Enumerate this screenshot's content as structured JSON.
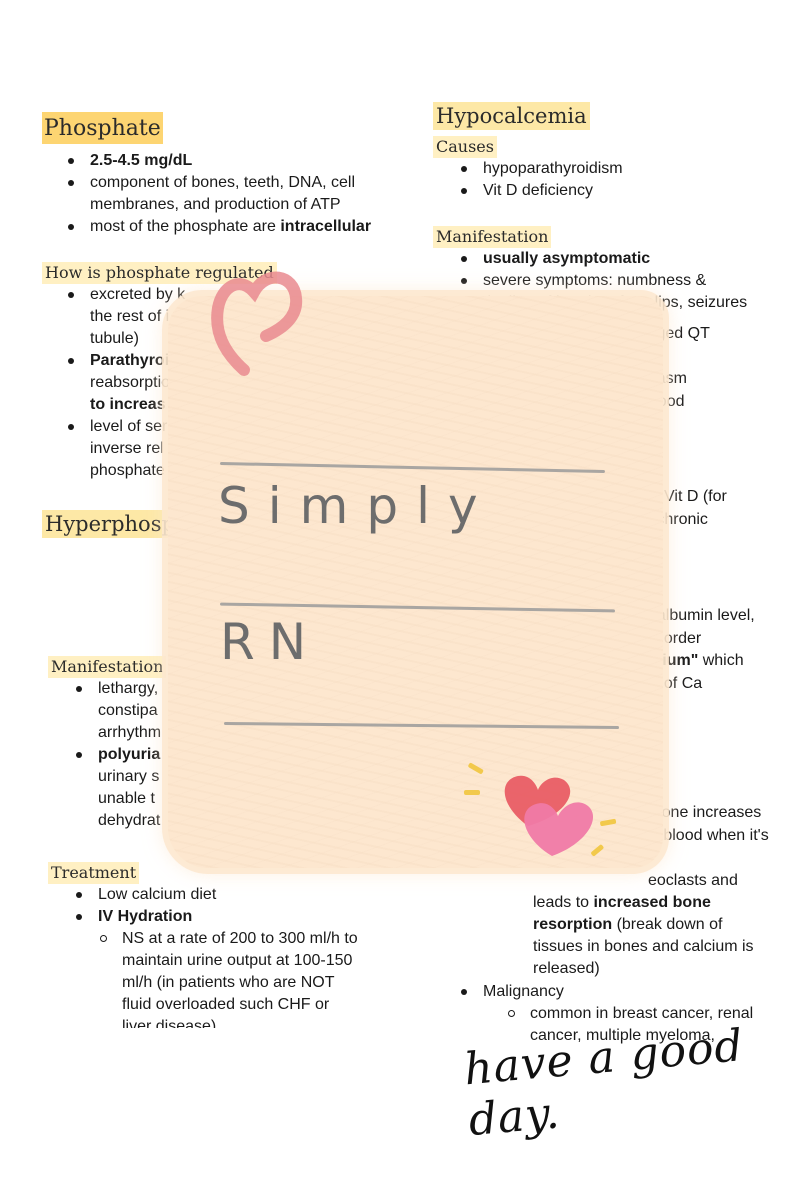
{
  "left": {
    "phosphate_title": "Phosphate",
    "phosphate_items": [
      "2.5-4.5 mg/dL",
      "component of bones, teeth, DNA, cell membranes, and production of ATP"
    ],
    "phosphate_item3_a": "most of the phosphate are ",
    "phosphate_item3_b": "intracellular",
    "regulated_title": "How is phosphate regulated",
    "regulated_items": [
      "excreted by k",
      "the rest of i",
      "tubule)"
    ],
    "regulated_bold": "Parathyroid",
    "regulated_lines": [
      "reabsorptio",
      "to increas"
    ],
    "regulated_level": [
      "level of ser",
      "inverse rel",
      "phosphate"
    ],
    "hyper_title": "Hyperphosp",
    "manif_title": "Manifestation",
    "manif_items": [
      "lethargy,",
      "constipa",
      "arrhythm"
    ],
    "manif_polyuria": "polyuria",
    "manif_polyuria_lines": [
      "urinary s",
      "unable t",
      "dehydrat"
    ],
    "treatment_title": "Treatment",
    "treatment_items": [
      "Low calcium diet"
    ],
    "treatment_iv": "IV Hydration",
    "treatment_sub": "NS at a rate of 200 to 300 ml/h to maintain urine output at 100-150 ml/h (in patients who are NOT fluid overloaded such CHF or liver disease)"
  },
  "right": {
    "hypo_title": "Hypocalcemia",
    "causes_title": "Causes",
    "causes_items": [
      "hypoparathyroidism",
      "Vit D deficiency"
    ],
    "manif_title": "Manifestation",
    "manif_bold": "usually asymptomatic",
    "manif_severe": "severe symptoms: numbness &",
    "manif_severe2": "tingling of hands & feet, lips, seizures",
    "frag_qt": "prolonged QT",
    "frag_spasm": "bal spasm",
    "frag_blood": "a blood",
    "frag_vitd": "t & Vit D (for",
    "frag_chronic": "n chronic",
    "frag_albumin": "al albumin level,",
    "frag_order": "ts order",
    "frag_calcium": "alcium\"",
    "frag_which": " which",
    "frag_ca": "el of Ca",
    "frag_hormone": "rmone increases",
    "frag_when": "n blood when it's",
    "frag_osteo": "eoclasts and",
    "leads_a": "leads to ",
    "leads_b": "increased bone",
    "resorption_b": "resorption",
    "resorption_a": " (break down of",
    "tissues": "tissues in bones and calcium is",
    "released": "released)",
    "malignancy": "Malignancy",
    "malignancy_sub": "common in breast cancer, renal cancer, multiple myeloma,"
  },
  "overlay": {
    "word1": "Simply",
    "word2": "RN"
  },
  "signature": "have a good day."
}
